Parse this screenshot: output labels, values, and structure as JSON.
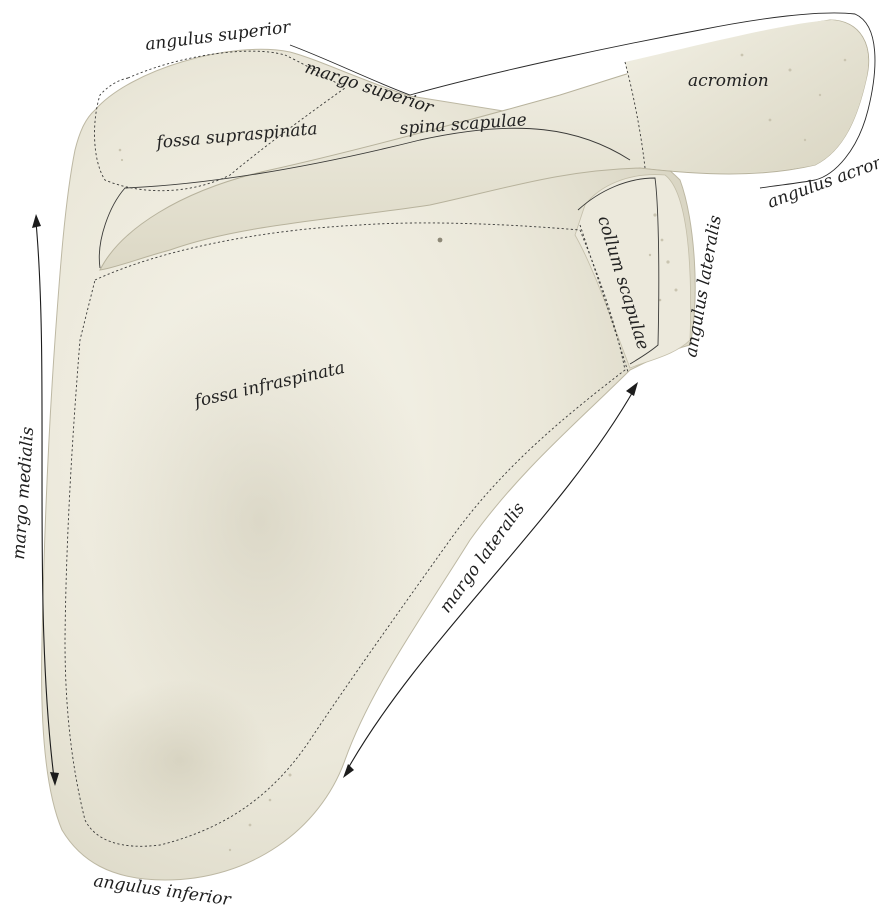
{
  "labels": {
    "angulus_superior": "angulus superior",
    "margo_superior": "margo superior",
    "acromion": "acromion",
    "fossa_supraspinata": "fossa supraspinata",
    "spina_scapulae": "spina scapulae",
    "angulus_acromialis": "angulus acromialis",
    "collum_scapulae": "collum scapulae",
    "angulus_lateralis": "angulus lateralis",
    "fossa_infraspinata": "fossa infraspinata",
    "margo_medialis": "margo medialis",
    "margo_lateralis": "margo lateralis",
    "angulus_inferior": "angulus inferior"
  },
  "colors": {
    "bone": "#e8e5d6",
    "bone_light": "#f3f1e6",
    "bone_shadow": "#cdc9b6",
    "background": "#ffffff",
    "ink": "#1e1e1e"
  }
}
